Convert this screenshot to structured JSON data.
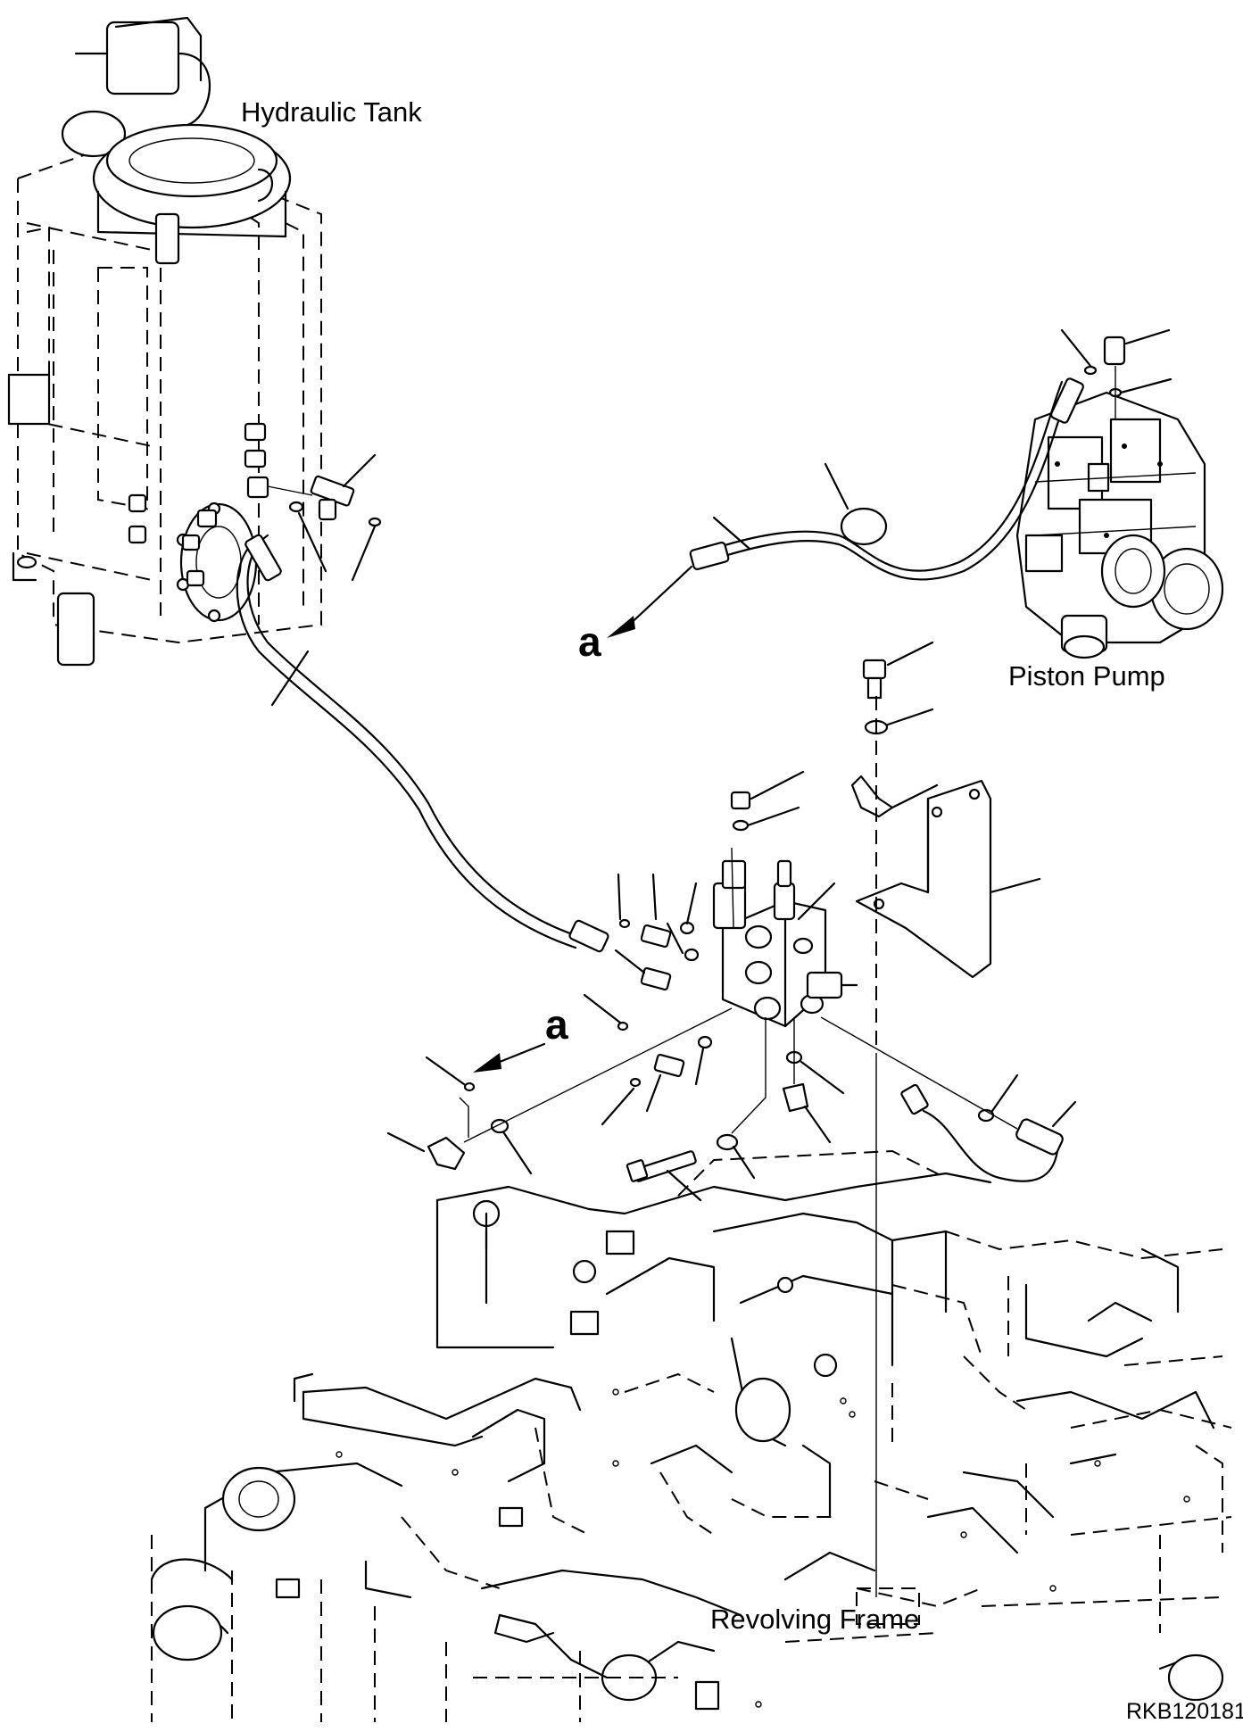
{
  "labels": {
    "hydraulic_tank": "Hydraulic Tank",
    "piston_pump": "Piston Pump",
    "revolving_frame": "Revolving Frame",
    "callout_top": "a",
    "callout_bottom": "a",
    "drawing_code": "RKB120181"
  }
}
